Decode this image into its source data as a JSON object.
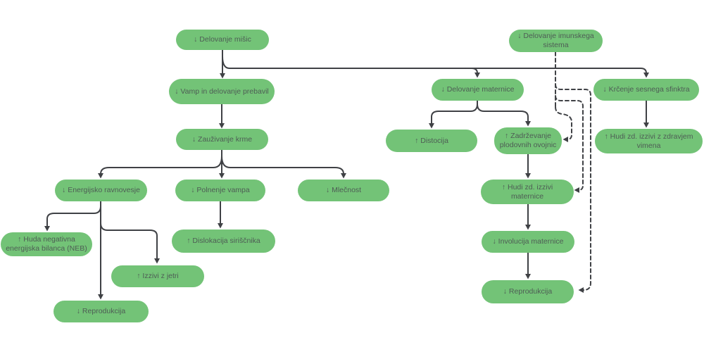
{
  "colors": {
    "node_fill": "#73c377",
    "node_text": "#4e5d55",
    "line": "#3f4145",
    "bg": "#ffffff"
  },
  "diagram": {
    "language": "Slovenian",
    "nodes": {
      "delovanje_misic": {
        "label": "↓ Delovanje mišic"
      },
      "delovanje_imunskega": {
        "label": "↓ Delovanje imunskega sistema"
      },
      "vamp_prebavil": {
        "label": "↓ Vamp in delovanje prebavil"
      },
      "delovanje_maternice": {
        "label": "↓ Delovanje maternice"
      },
      "krcenje_sfinktra": {
        "label": "↓ Krčenje sesnega sfinktra"
      },
      "zauzivanje_krme": {
        "label": "↓ Zauživanje krme"
      },
      "distocija": {
        "label": "↑ Distocija"
      },
      "zadrzevanje_ovojnic": {
        "label": "↑ Zadrževanje plodovnih ovojnic"
      },
      "hudi_vimena": {
        "label": "↑ Hudi zd. izzivi z zdravjem vimena"
      },
      "energijsko_ravnovesje": {
        "label": "↓ Energijsko ravnovesje"
      },
      "polnenje_vampa": {
        "label": "↓ Polnenje vampa"
      },
      "mlecnost": {
        "label": "↓ Mlečnost"
      },
      "hudi_maternice": {
        "label": "↑ Hudi zd. izzivi maternice"
      },
      "huda_neb": {
        "label": "↑ Huda negativna energijska bilanca (NEB)"
      },
      "dislokacija_siriscnika": {
        "label": "↑ Dislokacija siriščnika"
      },
      "izzivi_jetri": {
        "label": "↑ Izzivi z jetri"
      },
      "involucija_maternice": {
        "label": "↓ Involucija maternice"
      },
      "reprodukcija_left": {
        "label": "↓ Reprodukcija"
      },
      "reprodukcija_right": {
        "label": "↓ Reprodukcija"
      }
    },
    "edges": [
      {
        "from": "delovanje_misic",
        "to": "vamp_prebavil",
        "style": "solid"
      },
      {
        "from": "delovanje_misic",
        "to": "delovanje_maternice",
        "style": "solid"
      },
      {
        "from": "delovanje_misic",
        "to": "krcenje_sfinktra",
        "style": "solid"
      },
      {
        "from": "vamp_prebavil",
        "to": "zauzivanje_krme",
        "style": "solid"
      },
      {
        "from": "zauzivanje_krme",
        "to": "energijsko_ravnovesje",
        "style": "solid"
      },
      {
        "from": "zauzivanje_krme",
        "to": "polnenje_vampa",
        "style": "solid"
      },
      {
        "from": "zauzivanje_krme",
        "to": "mlecnost",
        "style": "solid"
      },
      {
        "from": "energijsko_ravnovesje",
        "to": "huda_neb",
        "style": "solid"
      },
      {
        "from": "energijsko_ravnovesje",
        "to": "izzivi_jetri",
        "style": "solid"
      },
      {
        "from": "energijsko_ravnovesje",
        "to": "reprodukcija_left",
        "style": "solid"
      },
      {
        "from": "polnenje_vampa",
        "to": "dislokacija_siriscnika",
        "style": "solid"
      },
      {
        "from": "delovanje_maternice",
        "to": "distocija",
        "style": "solid"
      },
      {
        "from": "delovanje_maternice",
        "to": "zadrzevanje_ovojnic",
        "style": "solid"
      },
      {
        "from": "zadrzevanje_ovojnic",
        "to": "hudi_maternice",
        "style": "solid"
      },
      {
        "from": "hudi_maternice",
        "to": "involucija_maternice",
        "style": "solid"
      },
      {
        "from": "involucija_maternice",
        "to": "reprodukcija_right",
        "style": "solid"
      },
      {
        "from": "krcenje_sfinktra",
        "to": "hudi_vimena",
        "style": "solid"
      },
      {
        "from": "delovanje_imunskega",
        "to": "zadrzevanje_ovojnic",
        "style": "dashed"
      },
      {
        "from": "delovanje_imunskega",
        "to": "hudi_maternice",
        "style": "dashed"
      },
      {
        "from": "delovanje_imunskega",
        "to": "reprodukcija_right",
        "style": "dashed"
      }
    ]
  }
}
